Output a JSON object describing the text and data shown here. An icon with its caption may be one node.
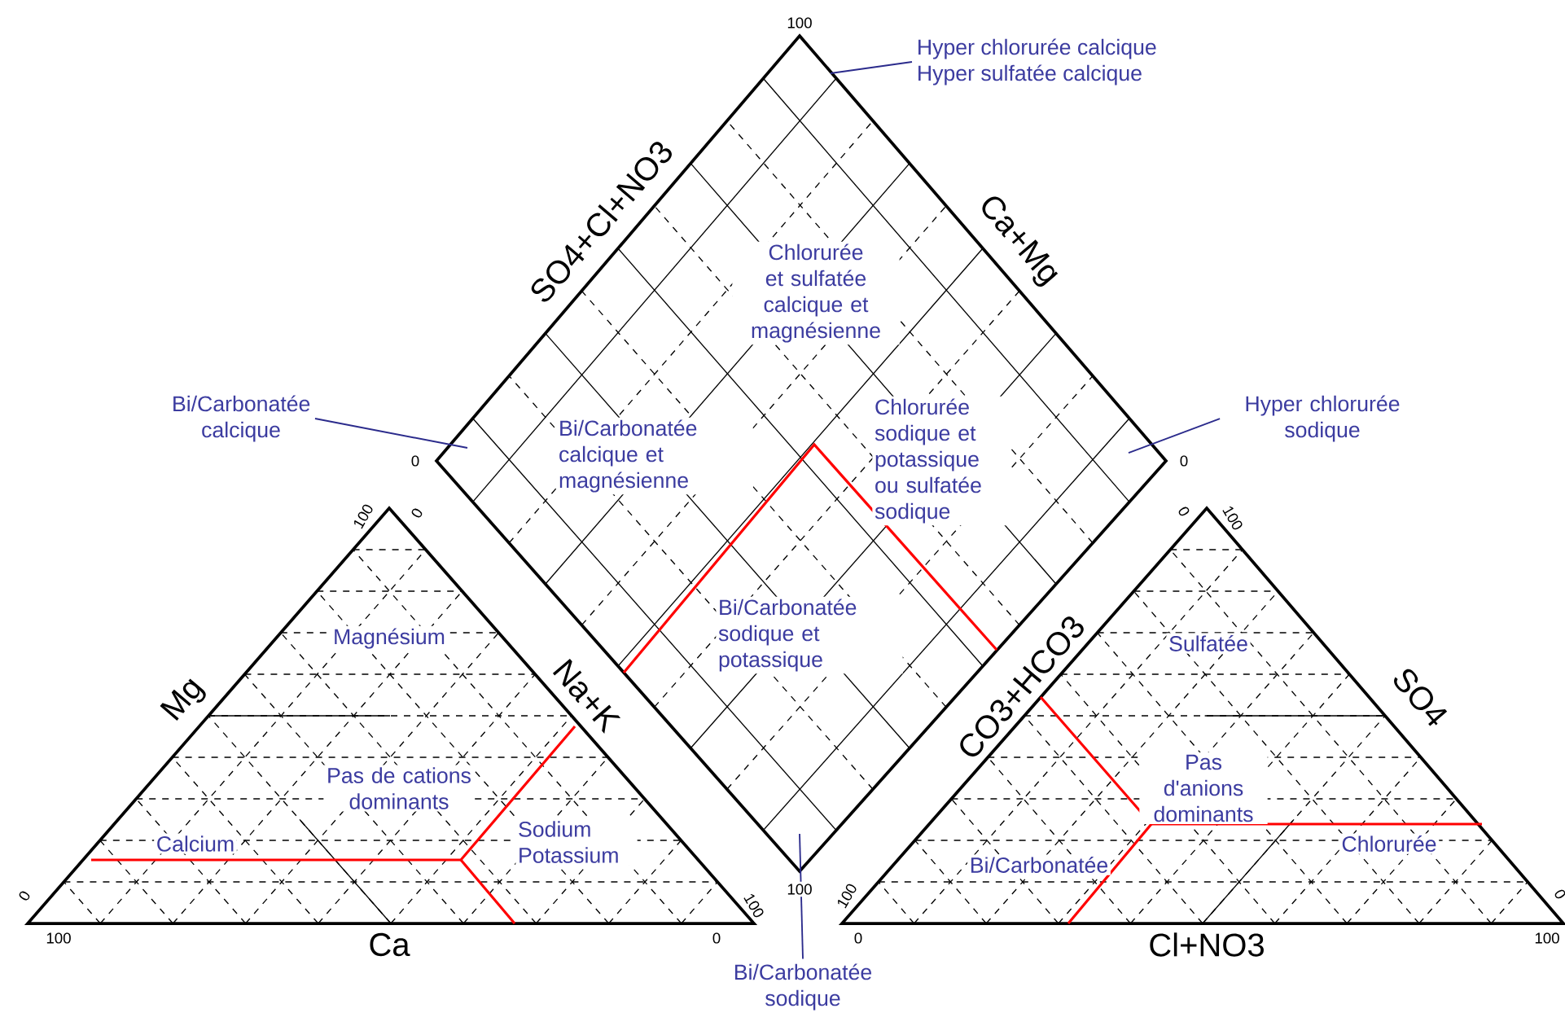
{
  "diagram": {
    "nodes": [
      {
        "text": [
          "Hyper chlorurée calcique",
          "Hyper sulfatée calcique"
        ]
      },
      {
        "text": [
          "Bi/Carbonatée calcique"
        ]
      },
      {
        "text": [
          "Hyper chlorurée sodique"
        ]
      },
      {
        "text": [
          "Bi/Carbonatée sodique"
        ]
      }
    ],
    "edges": [
      {
        "from": 0,
        "to": null,
        "arrow": "none"
      },
      {
        "from": 1,
        "to": null,
        "arrow": "none"
      },
      {
        "from": 2,
        "to": null,
        "arrow": "none"
      },
      {
        "from": 3,
        "to": null,
        "arrow": "none"
      }
    ],
    "labels": [
      "100",
      "SO4+Cl+NO3",
      "Ca+Mg",
      "Chlorurée et sulfatée calcique et magnésienne",
      "0",
      "Bi/Carbonatée calcique et magnésienne",
      "Chlorurée sodique et potassique ou sulfatée sodique",
      "0",
      "100",
      "0",
      "0",
      "100",
      "Bi/Carbonatée sodique et potassique",
      "Magnésium",
      "Sulfatée",
      "Mg",
      "Na+K",
      "CO3+HCO3",
      "SO4",
      "Pas de cations dominants",
      "Pas d'anions dominants",
      "Calcium",
      "Sodium Potassium",
      "Chlorurée",
      "Bi/Carbonatée",
      "0",
      "100",
      "100",
      "100",
      "0",
      "100",
      "Ca",
      "0",
      "0",
      "Cl+NO3",
      "100"
    ]
  }
}
